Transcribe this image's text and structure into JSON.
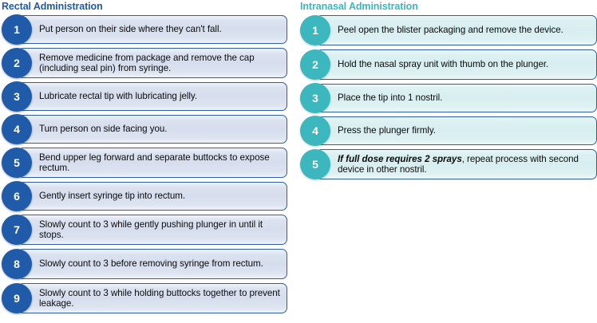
{
  "colors": {
    "rectal_accent": "#1f5ba8",
    "intranasal_accent": "#3cb7bd",
    "box_border": "#2d5ea6",
    "rectal_box_fill": "#d6dded",
    "intranasal_box_fill": "#d7eef0",
    "text": "#0b0b0b"
  },
  "columns": [
    {
      "id": "rectal",
      "heading": "Rectal Administration",
      "steps": [
        {
          "number": "1",
          "text": "Put person on their side where they can't fall."
        },
        {
          "number": "2",
          "text": "Remove medicine from package and remove the cap (including seal pin) from syringe."
        },
        {
          "number": "3",
          "text": "Lubricate rectal tip with lubricating jelly."
        },
        {
          "number": "4",
          "text": "Turn person on side facing you."
        },
        {
          "number": "5",
          "text": "Bend upper leg forward and separate buttocks to expose rectum."
        },
        {
          "number": "6",
          "text": "Gently insert syringe tip into rectum."
        },
        {
          "number": "7",
          "text": "Slowly count to 3 while gently pushing plunger in until it stops."
        },
        {
          "number": "8",
          "text": "Slowly count to 3 before removing syringe from rectum."
        },
        {
          "number": "9",
          "text": "Slowly count to 3 while holding buttocks together to prevent leakage."
        }
      ]
    },
    {
      "id": "intranasal",
      "heading": "Intranasal Administration",
      "steps": [
        {
          "number": "1",
          "text": "Peel open the blister packaging and remove the device."
        },
        {
          "number": "2",
          "text": "Hold the nasal spray unit with thumb on the plunger."
        },
        {
          "number": "3",
          "text": "Place the tip into 1 nostril."
        },
        {
          "number": "4",
          "text": "Press the plunger firmly."
        },
        {
          "number": "5",
          "emphasis": "If full dose requires 2 sprays",
          "text": ", repeat process with second device in other nostril."
        }
      ]
    }
  ]
}
